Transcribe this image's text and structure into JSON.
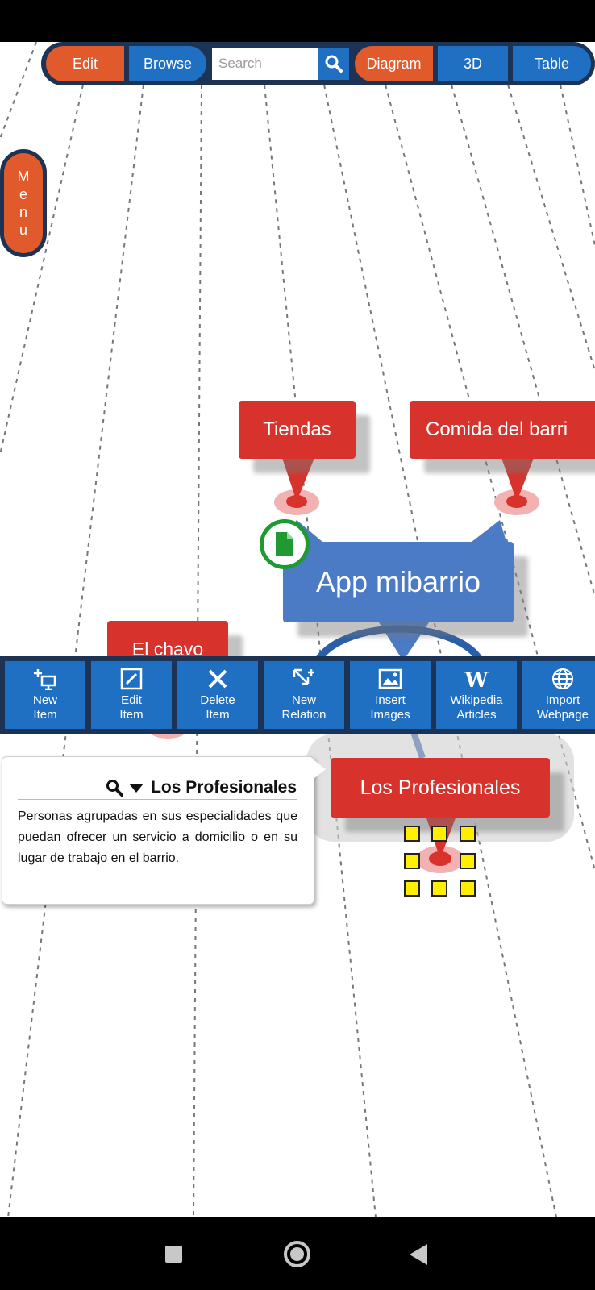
{
  "top_toolbar": {
    "edit_label": "Edit",
    "browse_label": "Browse",
    "search_placeholder": "Search",
    "diagram_label": "Diagram",
    "three_d_label": "3D",
    "table_label": "Table"
  },
  "menu": {
    "letters": [
      "M",
      "e",
      "n",
      "u"
    ]
  },
  "nodes": {
    "tiendas": "Tiendas",
    "comida": "Comida del barri",
    "chavo": "El chavo",
    "app": "App mibarrio",
    "profesionales": "Los Profesionales"
  },
  "action_toolbar": [
    {
      "line1": "New",
      "line2": "Item",
      "icon": "new-item-icon"
    },
    {
      "line1": "Edit",
      "line2": "Item",
      "icon": "edit-icon"
    },
    {
      "line1": "Delete",
      "line2": "Item",
      "icon": "close-icon"
    },
    {
      "line1": "New",
      "line2": "Relation",
      "icon": "new-relation-icon"
    },
    {
      "line1": "Insert",
      "line2": "Images",
      "icon": "image-icon"
    },
    {
      "line1": "Wikipedia",
      "line2": "Articles",
      "icon": "wikipedia-icon"
    },
    {
      "line1": "Import",
      "line2": "Webpage",
      "icon": "globe-icon"
    }
  ],
  "popup": {
    "title": "Los Profesionales",
    "body": "Personas agrupadas en sus especialidades que puedan ofrecer un servicio a domicilio o en su lugar de trabajo en el barrio."
  },
  "colors": {
    "accent_orange": "#e05a2b",
    "accent_blue": "#1f6fc2",
    "toolbar_navy": "#1c3355",
    "node_red": "#d7322c",
    "node_blue": "#4a7bc4"
  }
}
